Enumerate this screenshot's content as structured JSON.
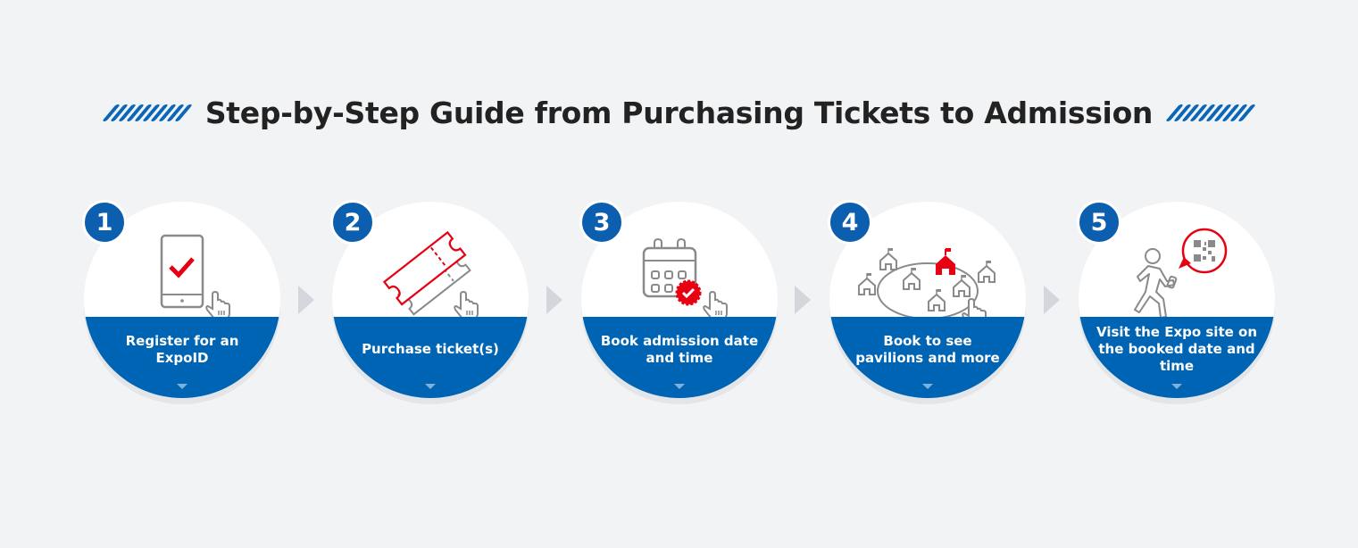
{
  "title": "Step-by-Step Guide from Purchasing Tickets to Admission",
  "colors": {
    "background": "#f2f3f5",
    "accent_blue": "#0064b4",
    "accent_red": "#e60012",
    "icon_gray": "#8a8a8a"
  },
  "steps": [
    {
      "number": "1",
      "label": "Register for an ExpoID",
      "icon": "smartphone-check-icon"
    },
    {
      "number": "2",
      "label": "Purchase ticket(s)",
      "icon": "tickets-icon"
    },
    {
      "number": "3",
      "label": "Book admission date and time",
      "icon": "calendar-check-icon"
    },
    {
      "number": "4",
      "label": "Book to see pavilions and more",
      "icon": "pavilions-map-icon"
    },
    {
      "number": "5",
      "label": "Visit the Expo site on the booked date and time",
      "icon": "walking-person-qr-icon"
    }
  ]
}
